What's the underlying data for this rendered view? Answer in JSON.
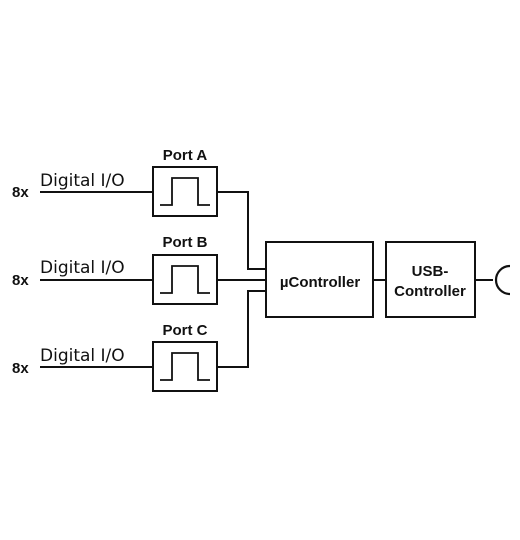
{
  "ports": [
    {
      "name": "Port A",
      "multiplier": "8x",
      "io_label": "Digital I/O"
    },
    {
      "name": "Port B",
      "multiplier": "8x",
      "io_label": "Digital I/O"
    },
    {
      "name": "Port C",
      "multiplier": "8x",
      "io_label": "Digital I/O"
    }
  ],
  "microcontroller": {
    "label": "µController"
  },
  "usb_controller": {
    "line1": "USB-",
    "line2": "Controller"
  },
  "colors": {
    "stroke": "#111111",
    "background": "#ffffff"
  }
}
